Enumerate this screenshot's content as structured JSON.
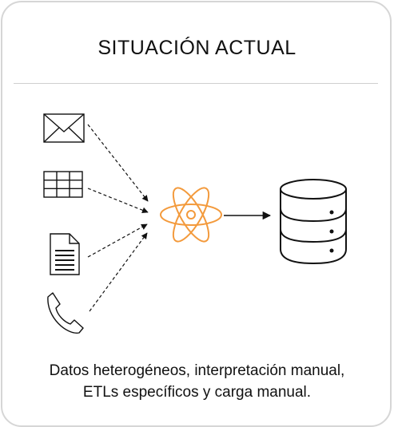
{
  "title": "SITUACIÓN ACTUAL",
  "caption": {
    "line1": "Datos heterogéneos, interpretación manual,",
    "line2": "ETLs específicos y carga manual."
  },
  "icons": {
    "sources": [
      "envelope-icon",
      "table-icon",
      "document-icon",
      "phone-icon"
    ],
    "processor": "atom-icon",
    "target": "database-icon"
  },
  "colors": {
    "processor_accent": "#f39a3c",
    "stroke": "#111111",
    "border": "#d6d6d6"
  }
}
